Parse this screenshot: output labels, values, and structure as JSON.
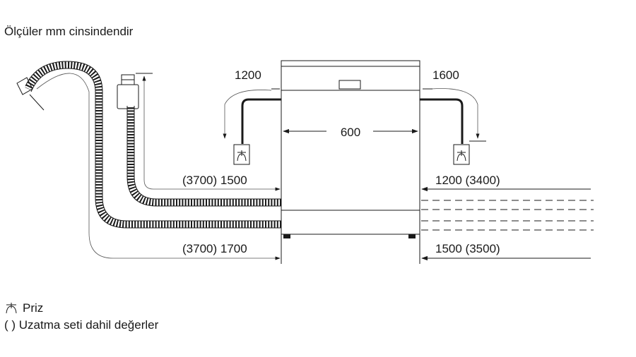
{
  "header": {
    "units_note": "Ölçüler mm cinsindendir"
  },
  "dimensions": {
    "width": "600",
    "cable_left": "1200",
    "cable_right": "1600",
    "water_left": "(3700) 1500",
    "water_right": "1200 (3400)",
    "drain_left": "(3700) 1700",
    "drain_right": "1500 (3500)"
  },
  "legend": {
    "socket_symbol_label": "Priz",
    "parentheses_label": "( ) Uzatma seti dahil değerler"
  },
  "icons": {
    "socket": "power-socket-icon",
    "socket_small": "socket-symbol-icon"
  }
}
